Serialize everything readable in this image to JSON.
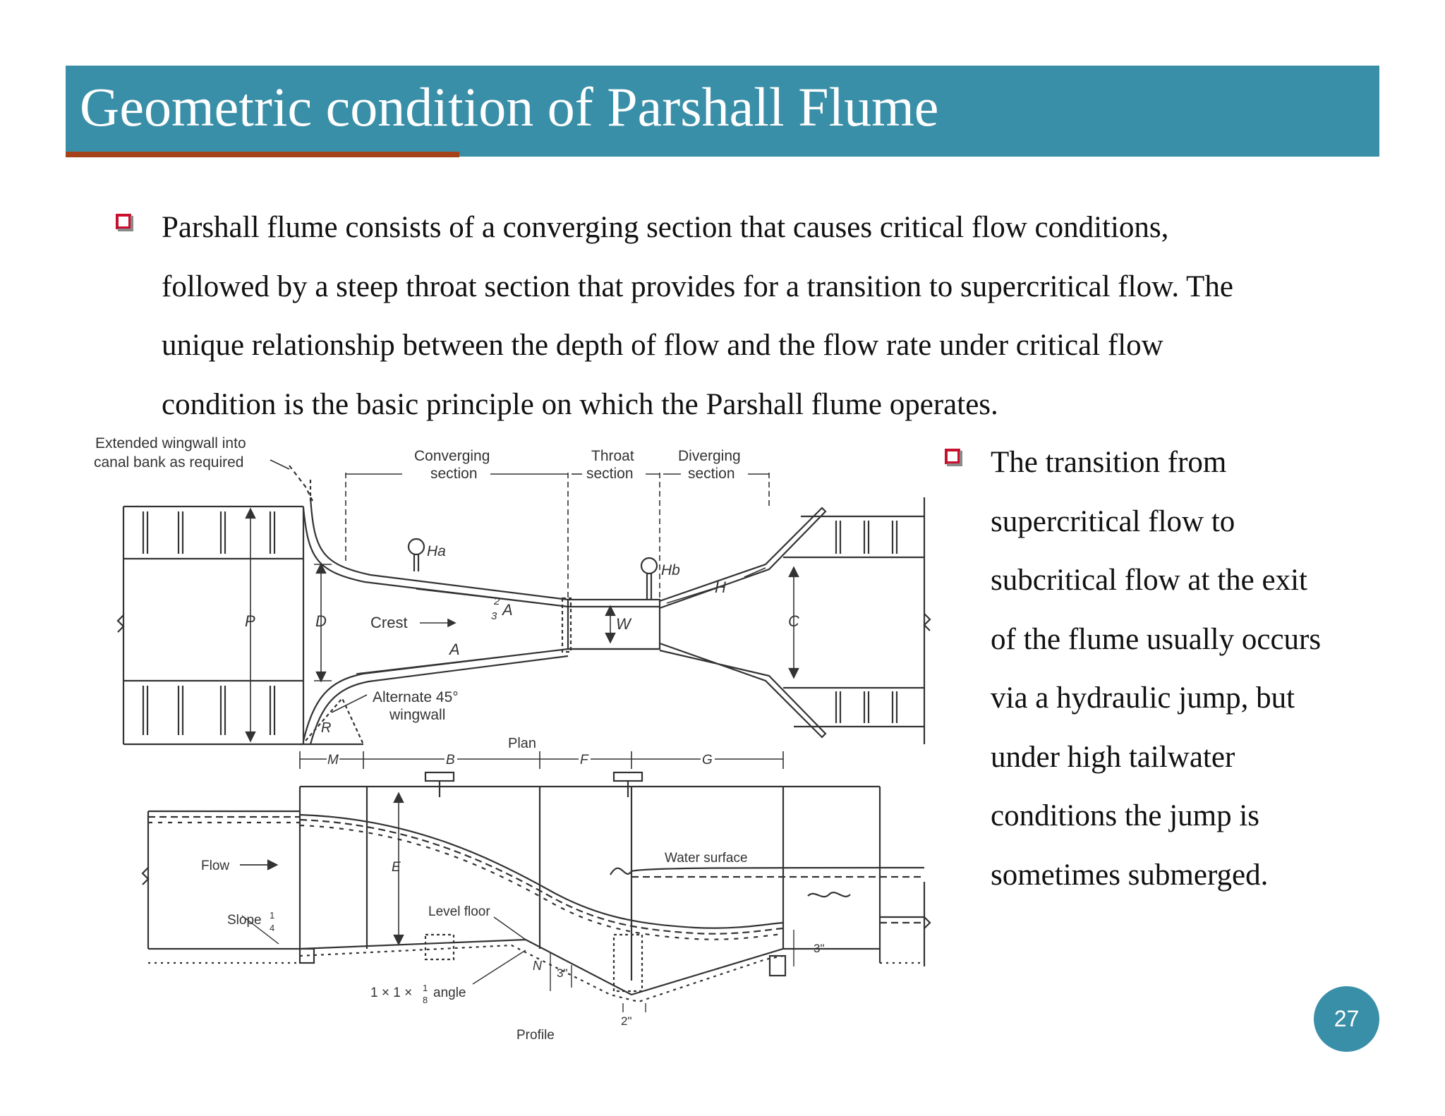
{
  "title": "Geometric condition of Parshall Flume",
  "bullet1_lines": [
    "Parshall flume consists of a converging section that causes critical flow conditions,",
    "followed by a steep throat section that provides for a transition to supercritical flow. The",
    "unique relationship between the depth of flow and the flow rate under  critical flow",
    "condition is the basic principle on which the Parshall flume operates."
  ],
  "bullet2_lines": [
    "The transition from",
    "supercritical flow to",
    "subcritical flow at the exit",
    "of the flume usually occurs",
    "via a hydraulic jump, but",
    "under high tailwater",
    "conditions the jump is",
    "sometimes submerged."
  ],
  "page_number": "27",
  "figure": {
    "wingwall_note_1": "Extended wingwall into",
    "wingwall_note_2": "canal bank as required",
    "converging_1": "Converging",
    "converging_2": "section",
    "throat_1": "Throat",
    "throat_2": "section",
    "diverging_1": "Diverging",
    "diverging_2": "section",
    "ha": "Ha",
    "hb": "Hb",
    "p": "P",
    "d": "D",
    "crest": "Crest",
    "two": "2",
    "three": "3",
    "a": "A",
    "w": "W",
    "h": "H",
    "c": "C",
    "alternate_1": "Alternate 45°",
    "alternate_2": "wingwall",
    "r": "R",
    "plan": "Plan",
    "m": "M",
    "b": "B",
    "f": "F",
    "g": "G",
    "flow": "Flow",
    "e": "E",
    "water_surface": "Water surface",
    "slope": "Slope",
    "slope_num": "1",
    "slope_den": "4",
    "level_floor": "Level floor",
    "three_in": "3\"",
    "n": "N",
    "angle_pre": "1 × 1 ×",
    "angle_num": "1",
    "angle_den": "8",
    "angle_post": "angle",
    "two_in": "2\"",
    "profile": "Profile"
  }
}
